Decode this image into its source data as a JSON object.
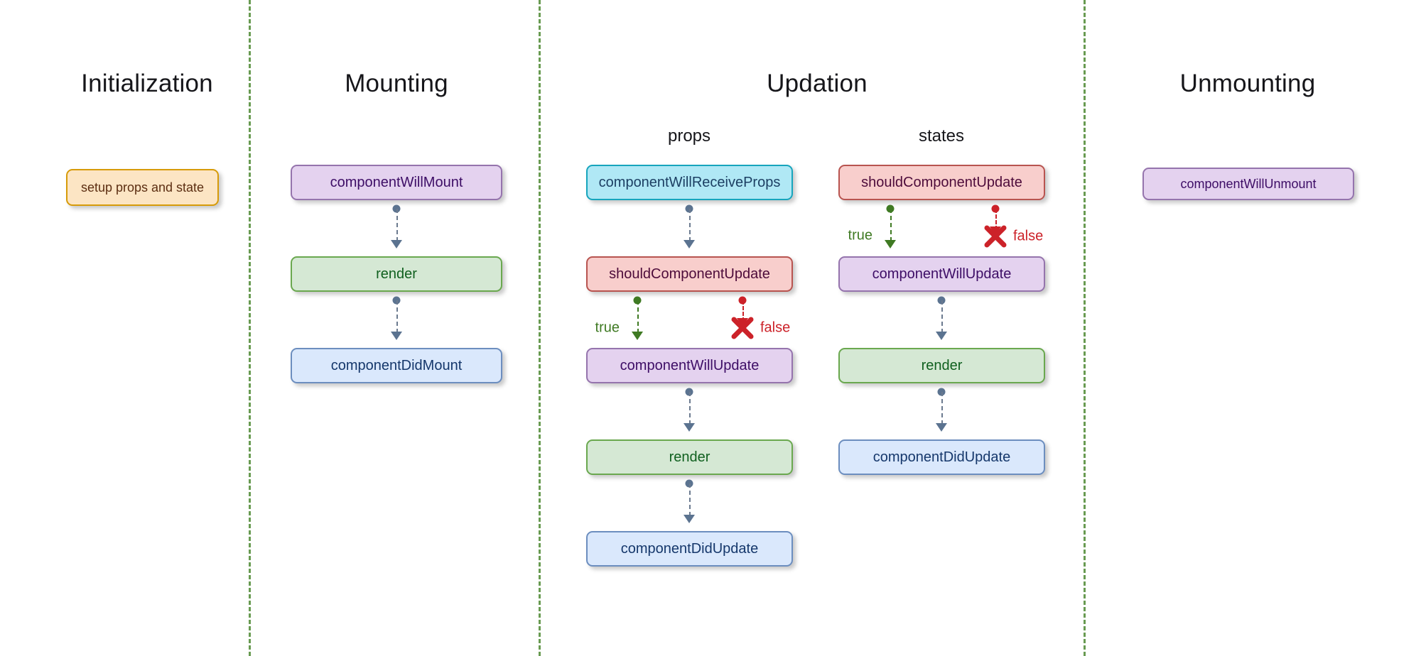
{
  "colors": {
    "divider": "#4f8a35",
    "orange_fill": "#fce5c4",
    "orange_stroke": "#d79b09",
    "purple_fill": "#e4d2ef",
    "purple_stroke": "#9574ad",
    "green_fill": "#d5e8d4",
    "green_stroke": "#6aa84f",
    "blue_fill": "#dae8fc",
    "blue_stroke": "#6c8ebf",
    "cyan_fill": "#b0e8f5",
    "cyan_stroke": "#17a5bd",
    "red_fill": "#f8cecc",
    "red_stroke": "#b85450",
    "true_branch": "#3f7a23",
    "false_branch": "#cc2229",
    "connector": "#5b7390"
  },
  "sections": {
    "initialization": {
      "title": "Initialization",
      "nodes": [
        {
          "label": "setup props and state"
        }
      ]
    },
    "mounting": {
      "title": "Mounting",
      "nodes": [
        {
          "label": "componentWillMount"
        },
        {
          "label": "render"
        },
        {
          "label": "componentDidMount"
        }
      ]
    },
    "updation": {
      "title": "Updation",
      "subcolumns": [
        {
          "title": "props",
          "nodes": [
            {
              "label": "componentWillReceiveProps"
            },
            {
              "label": "shouldComponentUpdate"
            },
            {
              "label": "componentWillUpdate"
            },
            {
              "label": "render"
            },
            {
              "label": "componentDidUpdate"
            }
          ],
          "branches": {
            "true_label": "true",
            "false_label": "false"
          }
        },
        {
          "title": "states",
          "nodes": [
            {
              "label": "shouldComponentUpdate"
            },
            {
              "label": "componentWillUpdate"
            },
            {
              "label": "render"
            },
            {
              "label": "componentDidUpdate"
            }
          ],
          "branches": {
            "true_label": "true",
            "false_label": "false"
          }
        }
      ]
    },
    "unmounting": {
      "title": "Unmounting",
      "nodes": [
        {
          "label": "componentWillUnmount"
        }
      ]
    }
  }
}
